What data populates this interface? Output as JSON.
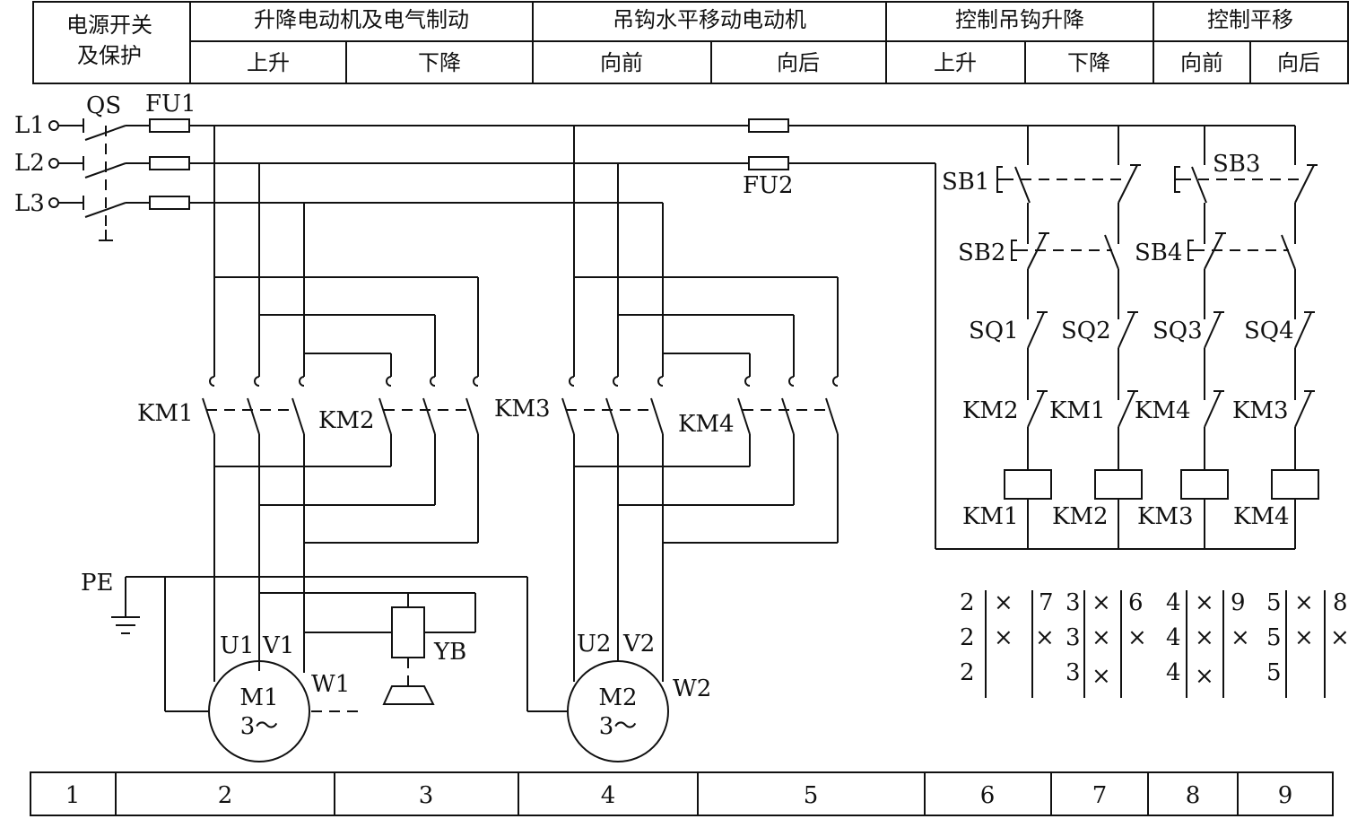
{
  "header": {
    "power": [
      "电源开关",
      "及保护"
    ],
    "hoist_motor": "升降电动机及电气制动",
    "hook_motor": "吊钩水平移动电动机",
    "hoist_control": "控制吊钩升降",
    "move_control": "控制平移",
    "sub": [
      "上升",
      "下降",
      "向前",
      "向后",
      "上升",
      "下降",
      "向前",
      "向后"
    ]
  },
  "labels": {
    "l1": "L1",
    "l2": "L2",
    "l3": "L3",
    "qs": "QS",
    "fu1": "FU1",
    "fu2": "FU2",
    "pe": "PE",
    "km1": "KM1",
    "km2": "KM2",
    "km3": "KM3",
    "km4": "KM4",
    "sb1": "SB1",
    "sb2": "SB2",
    "sb3": "SB3",
    "sb4": "SB4",
    "sq1": "SQ1",
    "sq2": "SQ2",
    "sq3": "SQ3",
    "sq4": "SQ4",
    "u1": "U1",
    "v1": "V1",
    "w1": "W1",
    "u2": "U2",
    "v2": "V2",
    "w2": "W2",
    "m1": "M1",
    "m2": "M2",
    "three_phase": "3～",
    "yb": "YB"
  },
  "ctrl": {
    "interlocks": [
      "KM2",
      "KM1",
      "KM4",
      "KM3"
    ],
    "coils": [
      "KM1",
      "KM2",
      "KM3",
      "KM4"
    ]
  },
  "xref": {
    "km1": [
      "2",
      "2",
      "2",
      "7"
    ],
    "km2": [
      "3",
      "3",
      "3",
      "6"
    ],
    "km3": [
      "4",
      "4",
      "4",
      "9"
    ],
    "km4": [
      "5",
      "5",
      "5",
      "8"
    ],
    "mark": "×"
  },
  "zones": [
    "1",
    "2",
    "3",
    "4",
    "5",
    "6",
    "7",
    "8",
    "9"
  ]
}
